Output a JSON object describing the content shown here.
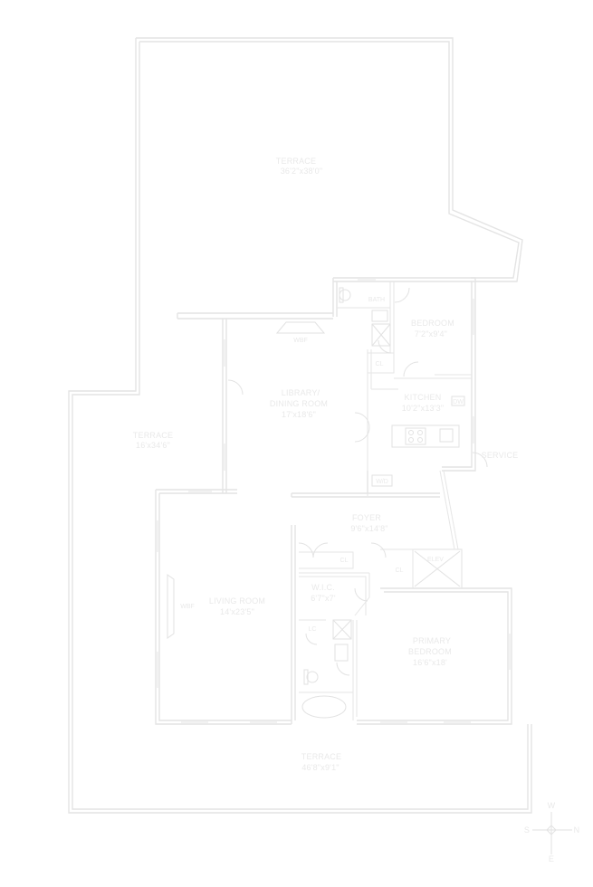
{
  "rooms": {
    "terrace_top": {
      "name": "TERRACE",
      "dims": "36'2\"x38'0\""
    },
    "bath_top": {
      "name": "BATH"
    },
    "bedroom": {
      "name": "BEDROOM",
      "dims": "7'2\"x9'4\""
    },
    "library": {
      "name_line1": "LIBRARY/",
      "name_line2": "DINING ROOM",
      "dims": "17'x18'6\""
    },
    "kitchen": {
      "name": "KITCHEN",
      "dims": "10'2\"x13'3\""
    },
    "terrace_left": {
      "name": "TERRACE",
      "dims": "16'x34'6\""
    },
    "service": {
      "name": "SERVICE"
    },
    "foyer": {
      "name": "FOYER",
      "dims": "9'6\"x14'8\""
    },
    "wic": {
      "name": "W.I.C.",
      "dims": "6'7\"x7'"
    },
    "living": {
      "name": "LIVING ROOM",
      "dims": "14'x23'5\""
    },
    "primary": {
      "name_line1": "PRIMARY",
      "name_line2": "BEDROOM",
      "dims": "16'6\"x18'"
    },
    "terrace_bottom": {
      "name": "TERRACE",
      "dims": "46'8\"x9'1\""
    }
  },
  "small_labels": {
    "wbf_top": "WBF",
    "wbf_living": "WBF",
    "cl_bedroom": "CL",
    "cl_foyer1": "CL",
    "cl_foyer2": "CL",
    "lc": "LC",
    "elev": "ELEV",
    "dw": "DW",
    "wd": "W/D"
  },
  "compass": {
    "north": "N",
    "south": "S",
    "east": "E",
    "west": "W"
  }
}
